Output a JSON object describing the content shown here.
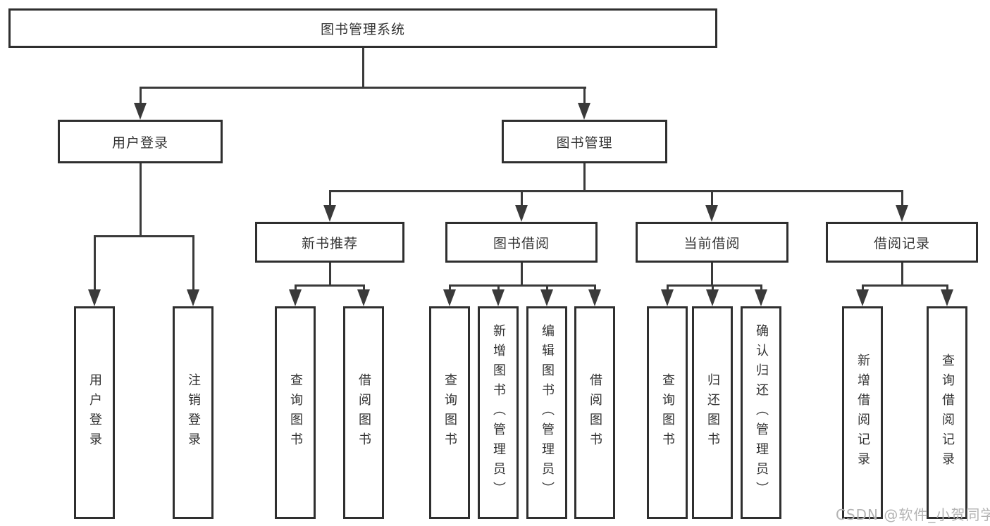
{
  "tree": {
    "root": {
      "label": "图书管理系统",
      "children": [
        {
          "label": "用户登录",
          "children": [
            {
              "label": "用户登录"
            },
            {
              "label": "注销登录"
            }
          ]
        },
        {
          "label": "图书管理",
          "children": [
            {
              "label": "新书推荐",
              "children": [
                {
                  "label": "查询图书"
                },
                {
                  "label": "借阅图书"
                }
              ]
            },
            {
              "label": "图书借阅",
              "children": [
                {
                  "label": "查询图书"
                },
                {
                  "label": "新增图书（管理员）"
                },
                {
                  "label": "编辑图书（管理员）"
                },
                {
                  "label": "借阅图书"
                }
              ]
            },
            {
              "label": "当前借阅",
              "children": [
                {
                  "label": "查询图书"
                },
                {
                  "label": "归还图书"
                },
                {
                  "label": "确认归还（管理员）"
                }
              ]
            },
            {
              "label": "借阅记录",
              "children": [
                {
                  "label": "新增借阅记录"
                },
                {
                  "label": "查询借阅记录"
                }
              ]
            }
          ]
        }
      ]
    }
  },
  "watermark": {
    "text": "CSDN @软件_小贺同学"
  },
  "colors": {
    "line": "#3a3a3a",
    "box_border": "#2f2f2f",
    "text": "#333333",
    "watermark": "#b3b3b3",
    "background": "#ffffff"
  }
}
